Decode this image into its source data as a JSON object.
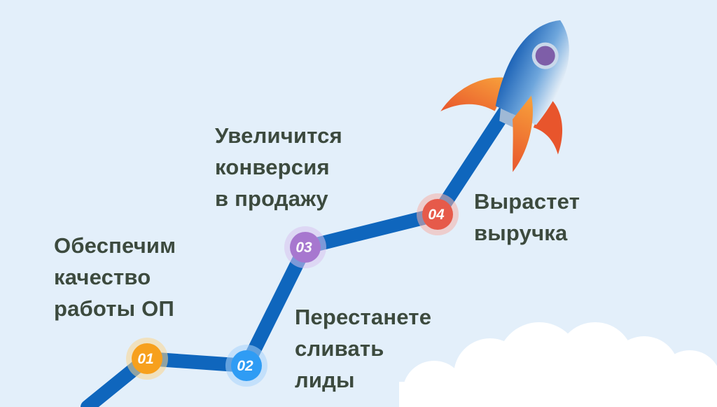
{
  "steps": [
    {
      "number": "01",
      "color": "#f7a01d",
      "halo": "#fcd58e",
      "lines": [
        "Обеспечим",
        "качество",
        "работы ОП"
      ]
    },
    {
      "number": "02",
      "color": "#2f9cf4",
      "halo": "#a9d3fb",
      "lines": [
        "Перестанете",
        "сливать",
        "лиды"
      ]
    },
    {
      "number": "03",
      "color": "#a777cf",
      "halo": "#d8c2ee",
      "lines": [
        "Увеличится",
        "конверсия",
        "в продажу"
      ]
    },
    {
      "number": "04",
      "color": "#e65a4a",
      "halo": "#f5b1a8",
      "lines": [
        "Вырастет",
        "выручка"
      ]
    }
  ],
  "colors": {
    "path": "#0f66bd",
    "background": "#e3effa",
    "text": "#3c4a3e"
  },
  "icons": [
    "rocket-icon",
    "cloud-icon"
  ]
}
